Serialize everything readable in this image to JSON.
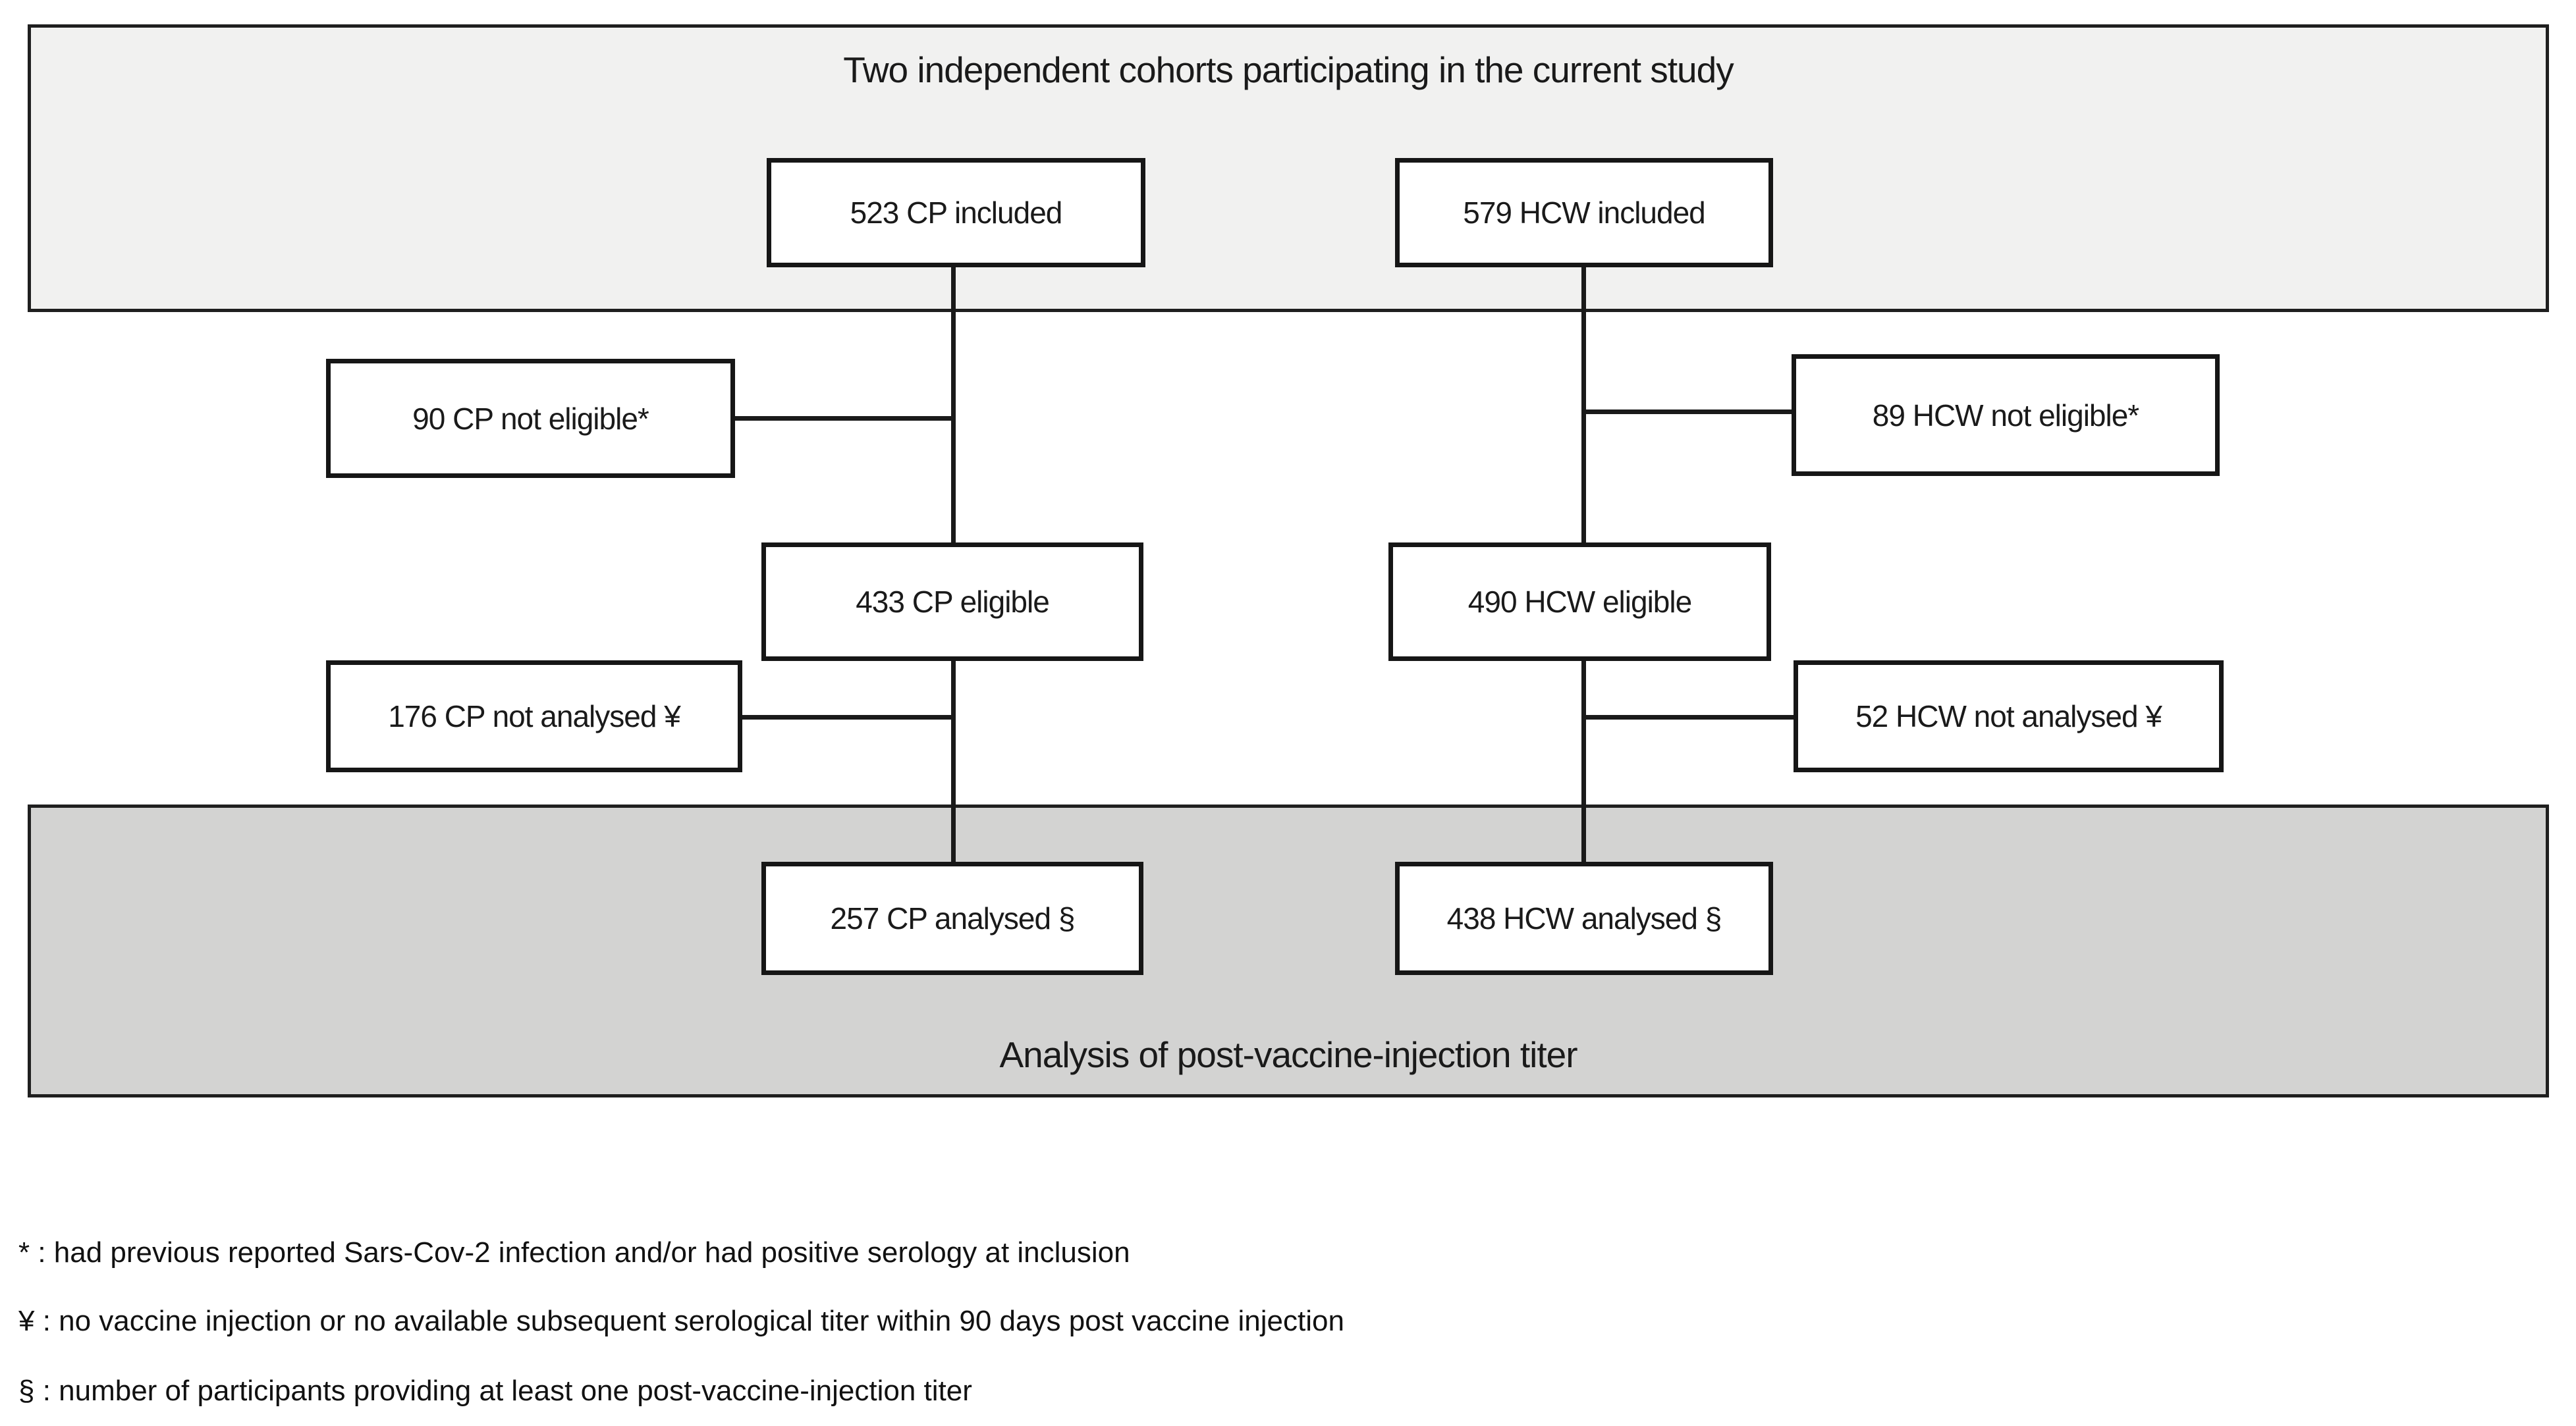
{
  "figure": {
    "type": "study-flow-diagram"
  },
  "top_band": {
    "title": "Two independent cohorts participating in the current study"
  },
  "bottom_band": {
    "title": "Analysis of post-vaccine-injection titer"
  },
  "flow": {
    "cp": {
      "included": "523 CP included",
      "not_eligible": "90 CP not eligible*",
      "eligible": "433 CP eligible",
      "not_analysed": "176 CP not analysed ¥",
      "analysed": "257 CP analysed §"
    },
    "hcw": {
      "included": "579 HCW included",
      "not_eligible": "89 HCW not eligible*",
      "eligible": "490 HCW eligible",
      "not_analysed": "52 HCW not analysed ¥",
      "analysed": "438 HCW analysed §"
    }
  },
  "footnotes": [
    "* : had previous reported Sars-Cov-2 infection and/or had positive serology at inclusion",
    "¥ : no vaccine injection or no available subsequent serological titer within 90 days post vaccine injection",
    "§ : number of participants providing at least one post-vaccine-injection titer"
  ],
  "colors": {
    "band_top_bg": "#f1f1f0",
    "band_bottom_bg": "#d3d3d2",
    "line_color": "#1a1a1a",
    "box_bg": "#ffffff",
    "text_color": "#1a1a1a",
    "page_bg": "#ffffff"
  }
}
